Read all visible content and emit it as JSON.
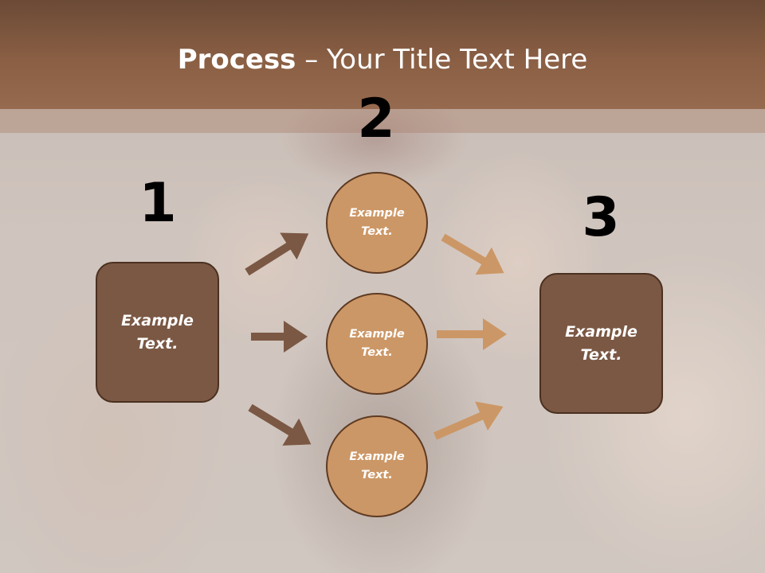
{
  "title": {
    "bold": "Process",
    "rest": " – Your Title Text Here"
  },
  "steps": [
    "1",
    "2",
    "3"
  ],
  "left_box": {
    "text": "Example\nText."
  },
  "right_box": {
    "text": "Example\nText."
  },
  "circles": [
    {
      "text": "Example\nText."
    },
    {
      "text": "Example\nText."
    },
    {
      "text": "Example\nText."
    }
  ],
  "colors": {
    "header": "#8a5f44",
    "box_fill": "#7b5844",
    "circle_fill": "#cc9766",
    "arrow_dark": "#7b5844",
    "arrow_light": "#cc9766"
  }
}
